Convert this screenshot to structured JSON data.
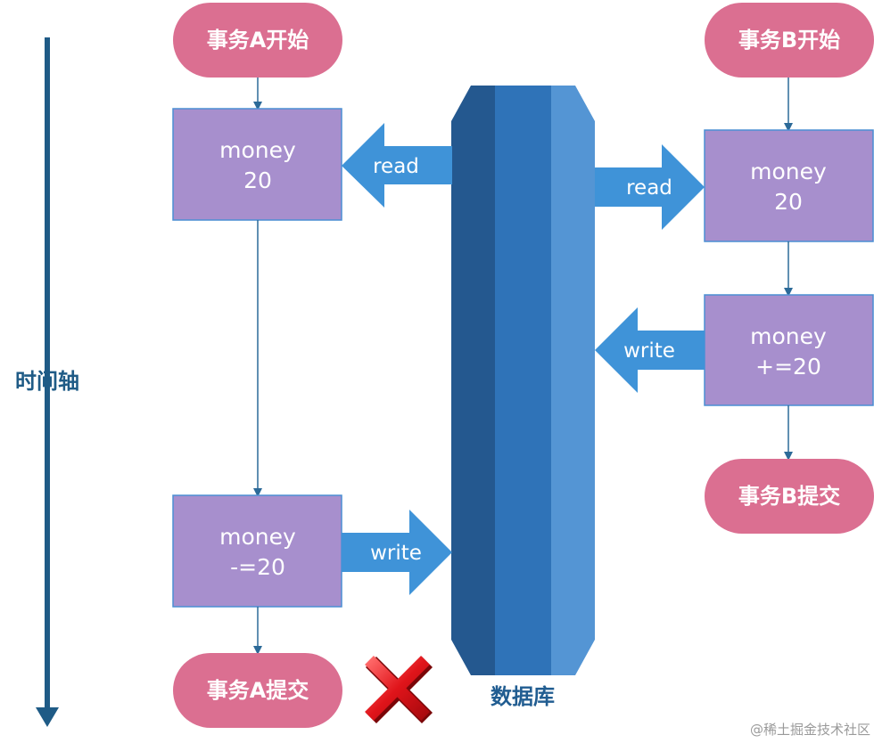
{
  "timeline": {
    "label": "时间轴"
  },
  "database": {
    "label": "数据库"
  },
  "txA": {
    "start": "事务A开始",
    "read_box": {
      "line1": "money",
      "line2": "20"
    },
    "write_box": {
      "line1": "money",
      "line2": "-=20"
    },
    "commit": "事务A提交"
  },
  "txB": {
    "start": "事务B开始",
    "read_box": {
      "line1": "money",
      "line2": "20"
    },
    "write_box": {
      "line1": "money",
      "line2": "+=20"
    },
    "commit": "事务B提交"
  },
  "arrows": {
    "a_read": "read",
    "b_read": "read",
    "b_write": "write",
    "a_write": "write"
  },
  "watermark": "@稀土掘金技术社区",
  "colors": {
    "pill": "#db6f91",
    "box": "#a78fcd",
    "box_border": "#4b8fd3",
    "big_arrow": "#3f93d8",
    "flow_line": "#2c6a98",
    "timeline": "#1f5b86",
    "db_left": "#24588f",
    "db_mid": "#2f73b8",
    "db_right": "#5495d4",
    "fail_mark": "#e0141a"
  }
}
